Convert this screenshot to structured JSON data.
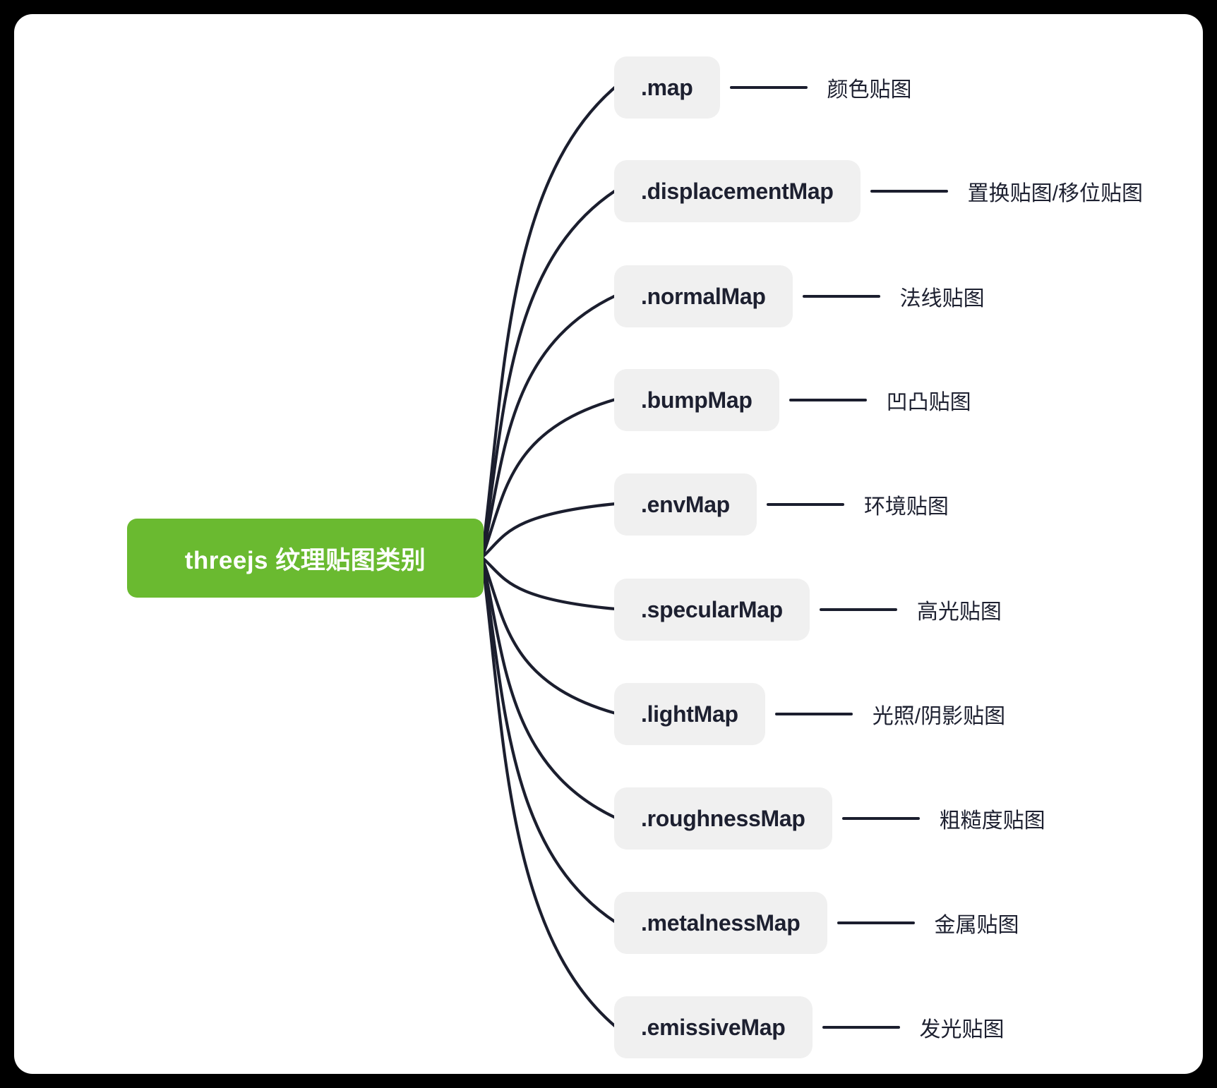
{
  "root": {
    "label": "threejs 纹理贴图类别"
  },
  "colors": {
    "page_bg": "#000000",
    "canvas": "#ffffff",
    "root_bg": "#6aba30",
    "root_text": "#ffffff",
    "node_bg": "#f0f0f0",
    "line": "#1b1e2e",
    "text_dark": "#1d2030"
  },
  "branches": [
    {
      "label": ".map",
      "desc": "颜色贴图"
    },
    {
      "label": ".displacementMap",
      "desc": "置换贴图/移位贴图"
    },
    {
      "label": ".normalMap",
      "desc": "法线贴图"
    },
    {
      "label": ".bumpMap",
      "desc": "凹凸贴图"
    },
    {
      "label": ".envMap",
      "desc": "环境贴图"
    },
    {
      "label": ".specularMap",
      "desc": "高光贴图"
    },
    {
      "label": ".lightMap",
      "desc": "光照/阴影贴图"
    },
    {
      "label": ".roughnessMap",
      "desc": "粗糙度贴图"
    },
    {
      "label": ".metalnessMap",
      "desc": "金属贴图"
    },
    {
      "label": ".emissiveMap",
      "desc": "发光贴图"
    }
  ]
}
